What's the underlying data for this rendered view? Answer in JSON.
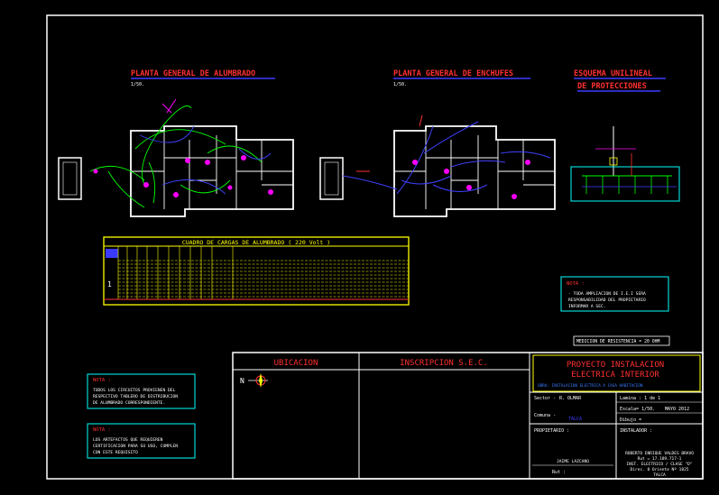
{
  "colors": {
    "background": "#000000",
    "sheet_border": "#ffffff",
    "title_red": "#ff3030",
    "title_blue": "#3a3aff",
    "load_table_yellow": "#ffff00",
    "note_cyan": "#00ffff",
    "wire_green": "#00ff00",
    "wire_blue": "#4040ff",
    "wall_white": "#ffffff",
    "accent_magenta": "#ff00ff"
  },
  "plans": {
    "lighting_title": "PLANTA GENERAL DE ALUMBRADO",
    "lighting_scale": "1/50.",
    "outlets_title": "PLANTA GENERAL DE ENCHUFES",
    "outlets_scale": "1/50.",
    "unifilar_title_line1": "ESQUEMA UNILINEAL",
    "unifilar_title_line2": "DE PROTECCIONES"
  },
  "load_table": {
    "title": "CUADRO DE CARGAS DE ALUMBRADO ( 220 Volt )",
    "circuit_number": "1"
  },
  "notes": {
    "right_heading": "NOTA :",
    "right_lines": [
      "- TODA AMPLIACION DE I.E.I SERA",
      "  RESPONSABILIDAD DEL PROPIETARIO",
      "  INFORMAR A SEC."
    ],
    "resistance": "MEDICION DE RESISTENCIA = 20 OHM",
    "left1_heading": "NOTA :",
    "left1_lines": [
      "TODOS LOS CIRCUITOS PROVIENEN DEL",
      "RESPECTIVO TABLERO DE DISTRIBUCION",
      "DE ALUMBRADO CORRESPONDIENTE."
    ],
    "left2_heading": "NOTA :",
    "left2_lines": [
      "LOS ARTEFACTOS QUE REQUIEREN",
      "CERTIFICACION PARA SU USO, CUMPLEN",
      "CON ESTE REQUISITO"
    ]
  },
  "title_block": {
    "ubicacion": "UBICACION",
    "inscripcion": "INSCRIPCION  S.E.C.",
    "north_label": "N",
    "project_line1": "PROYECTO INSTALACION",
    "project_line2": "ELECTRICA INTERIOR",
    "project_sub": "OBRA: INSTALACION ELECTRICA A CASA HABITACION",
    "sector_label": "Sector -",
    "sector_value": "R. OLMAR",
    "comuna_label": "Comuna -",
    "comuna_value": "TALCA",
    "lamina": "Lamina :  1 de 1",
    "escala": "Escala= 1/50.",
    "fecha": "MAYO 2012",
    "dibujo": "Dibujo =",
    "propietario": "PROPIETARIO :",
    "propietario_nombre": "JAIME LAZCANO",
    "rut1": "Rut :",
    "instalador": "INSTALADOR :",
    "instalador_nombre": "ROBERTO ENRIQUE VALDES BRAVO",
    "instalador_rut": "Rut = 17.189.717-1",
    "instalador_licencia": "INST. ELECTRICO / CLASE \"D\"",
    "direccion": "Direc. 8 Oriente Nº 1825",
    "ciudad": "TALCA"
  }
}
